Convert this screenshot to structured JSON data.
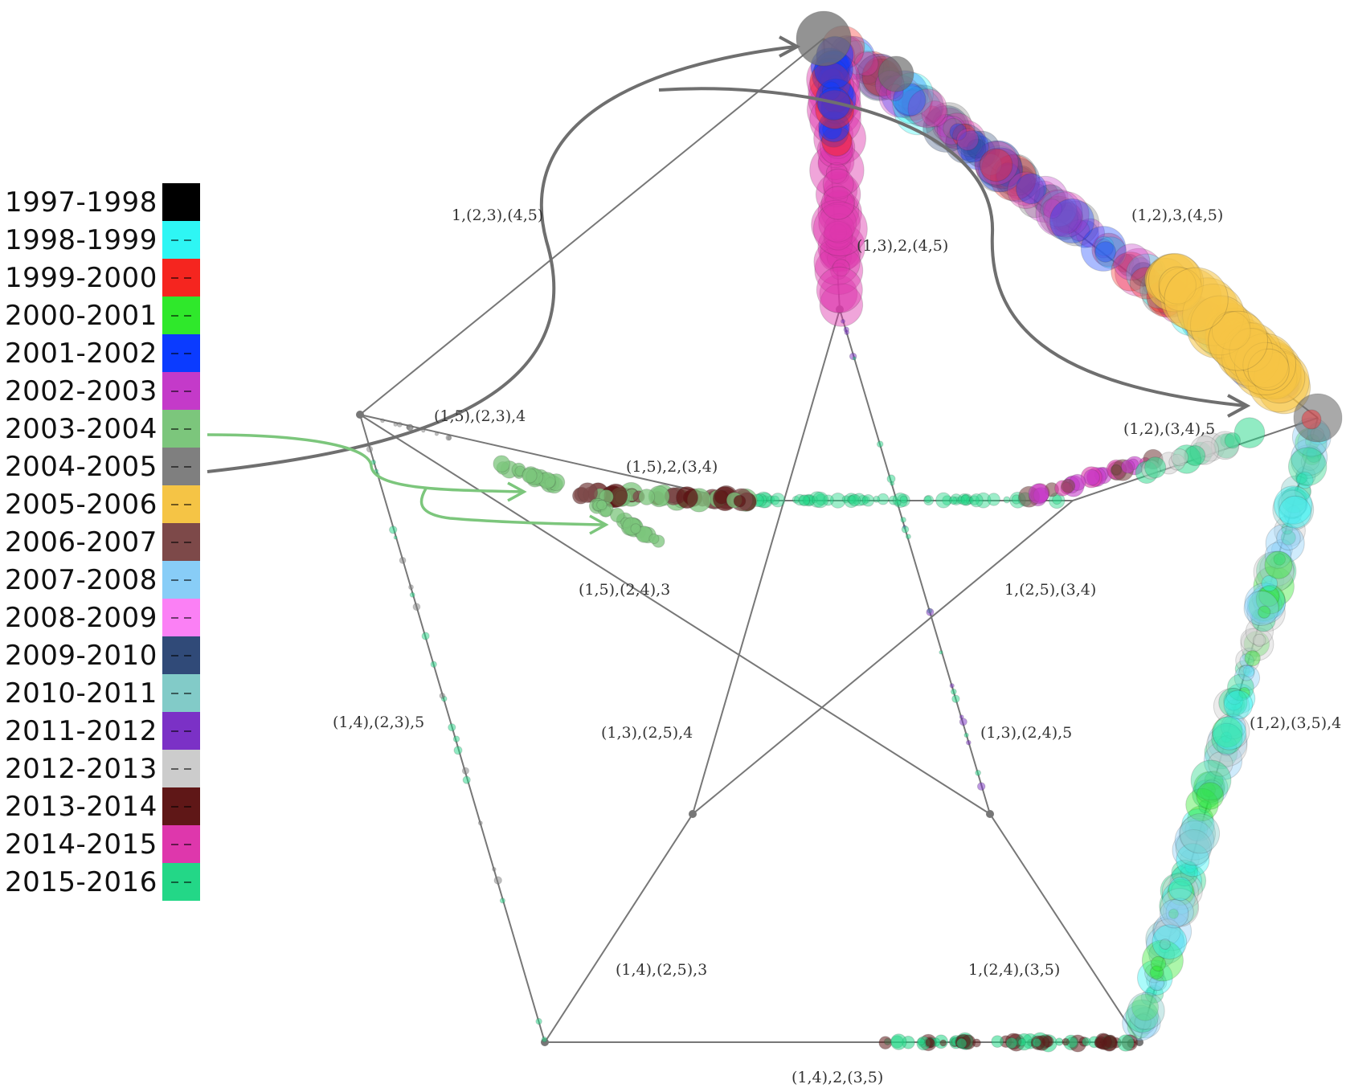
{
  "legend": [
    {
      "label": "1997-1998",
      "color": "#000000"
    },
    {
      "label": "1998-1999",
      "color": "#2ef6f4"
    },
    {
      "label": "1999-2000",
      "color": "#f5251f"
    },
    {
      "label": "2000-2001",
      "color": "#2fe82b"
    },
    {
      "label": "2001-2002",
      "color": "#0b3bff"
    },
    {
      "label": "2002-2003",
      "color": "#c43ac9"
    },
    {
      "label": "2003-2004",
      "color": "#7cc67c"
    },
    {
      "label": "2004-2005",
      "color": "#7f7f7f"
    },
    {
      "label": "2005-2006",
      "color": "#f5c445"
    },
    {
      "label": "2006-2007",
      "color": "#7d4949"
    },
    {
      "label": "2007-2008",
      "color": "#88cdf7"
    },
    {
      "label": "2008-2009",
      "color": "#fb80f5"
    },
    {
      "label": "2009-2010",
      "color": "#304a78"
    },
    {
      "label": "2010-2011",
      "color": "#82cbc8"
    },
    {
      "label": "2011-2012",
      "color": "#7b31c6"
    },
    {
      "label": "2012-2013",
      "color": "#cccccc"
    },
    {
      "label": "2013-2014",
      "color": "#5f1717"
    },
    {
      "label": "2014-2015",
      "color": "#de37ac"
    },
    {
      "label": "2015-2016",
      "color": "#23d787"
    }
  ],
  "nodes": {
    "top": {
      "label": "(1,3),2,(4,5)"
    },
    "upper_right": {
      "label": "(1,2),3,(4,5)"
    },
    "lower_right": {
      "label": "(1,2),(3,5),4"
    },
    "bottom_right": {
      "label": "1,(2,4),(3,5)"
    },
    "bottom": {
      "label": "(1,4),2,(3,5)"
    },
    "bottom_left": {
      "label": "(1,4),(2,5),3"
    },
    "left": {
      "label": "(1,4),(2,3),5"
    },
    "upper_left": {
      "label": "1,(2,3),(4,5)"
    },
    "inner_upper_left": {
      "label": "(1,5),(2,3),4"
    },
    "inner_top": {
      "label": "(1,5),2,(3,4)"
    },
    "inner_left": {
      "label": "(1,5),(2,4),3"
    },
    "inner_right_top": {
      "label": "(1,2),(3,4),5"
    },
    "inner_right": {
      "label": "1,(2,5),(3,4)"
    },
    "inner_bottom_left": {
      "label": "(1,3),(2,5),4"
    },
    "inner_bottom_right": {
      "label": "(1,3),(2,4),5"
    }
  }
}
